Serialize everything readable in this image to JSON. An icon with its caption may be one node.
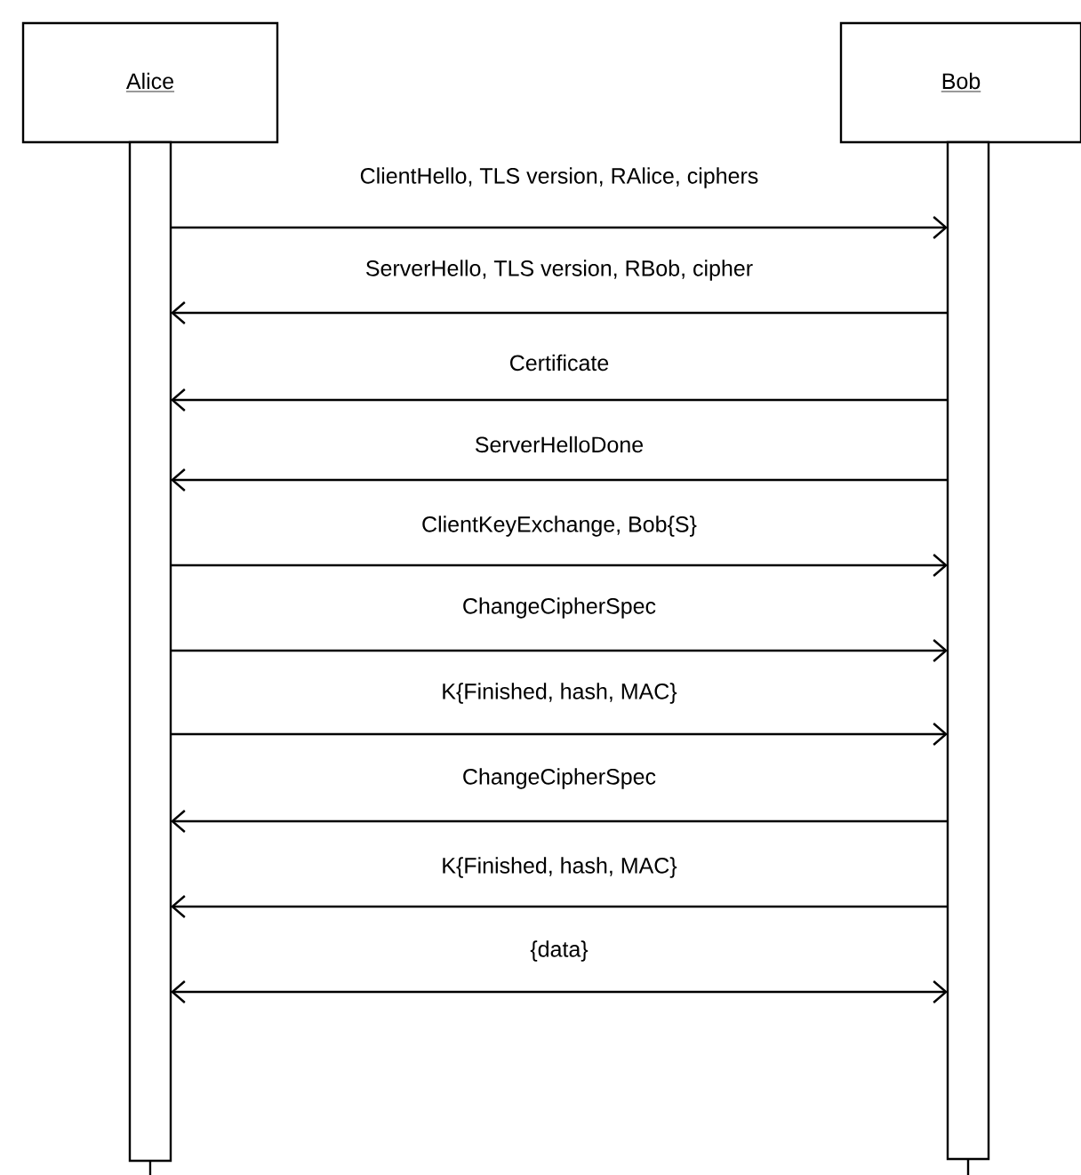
{
  "diagram": {
    "nodes": [
      {
        "text": [
          "Alice"
        ]
      },
      {
        "text": [
          "Bob"
        ]
      },
      {
        "text": [],
        "shape": "bar"
      },
      {
        "text": [],
        "shape": "bar"
      }
    ],
    "edges": [
      {
        "from": 2,
        "to": 3,
        "arrow": "to",
        "label": "ClientHello, TLS version, RAlice, ciphers"
      },
      {
        "from": 3,
        "to": 2,
        "arrow": "to",
        "label": "ServerHello, TLS version, RBob, cipher"
      },
      {
        "from": 3,
        "to": 2,
        "arrow": "to",
        "label": "Certificate"
      },
      {
        "from": 3,
        "to": 2,
        "arrow": "to",
        "label": "ServerHelloDone"
      },
      {
        "from": 2,
        "to": 3,
        "arrow": "to",
        "label": "ClientKeyExchange, Bob{S}"
      },
      {
        "from": 2,
        "to": 3,
        "arrow": "to",
        "label": "ChangeCipherSpec"
      },
      {
        "from": 2,
        "to": 3,
        "arrow": "to",
        "label": "K{Finished, hash, MAC}"
      },
      {
        "from": 3,
        "to": 2,
        "arrow": "to",
        "label": "ChangeCipherSpec"
      },
      {
        "from": 3,
        "to": 2,
        "arrow": "to",
        "label": "K{Finished, hash, MAC}"
      },
      {
        "from": 2,
        "to": 3,
        "arrow": "both",
        "label": "{data}"
      }
    ]
  }
}
